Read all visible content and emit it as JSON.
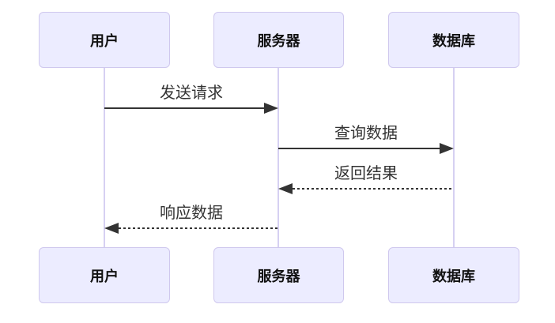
{
  "diagram": {
    "type": "sequence-diagram",
    "actors": [
      {
        "id": "user",
        "label": "用户"
      },
      {
        "id": "server",
        "label": "服务器"
      },
      {
        "id": "database",
        "label": "数据库"
      }
    ],
    "messages": [
      {
        "label": "发送请求",
        "from": "用户",
        "to": "服务器",
        "line": "solid",
        "direction": "right"
      },
      {
        "label": "查询数据",
        "from": "服务器",
        "to": "数据库",
        "line": "solid",
        "direction": "right"
      },
      {
        "label": "返回结果",
        "from": "数据库",
        "to": "服务器",
        "line": "dashed",
        "direction": "left"
      },
      {
        "label": "响应数据",
        "from": "服务器",
        "to": "用户",
        "line": "dashed",
        "direction": "left"
      }
    ],
    "colors": {
      "actor_fill": "#ECECFF",
      "actor_border": "#CFC8EE",
      "lifeline": "#D6D0F2",
      "arrow": "#333333",
      "message_text": "#333333",
      "actor_text": "#111111",
      "background": "#FFFFFF"
    }
  }
}
